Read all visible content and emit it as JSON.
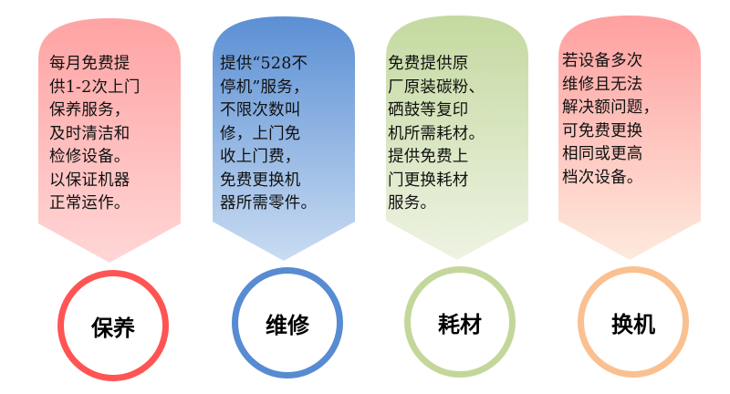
{
  "cards": [
    {
      "id": "maintenance",
      "text": "每月免费提\n供1-2次上门\n 保养服务，\n 及时清洁和\n 检修设备。\n 以保证机器\n 正常运作。",
      "color_top": "#FFA3A3",
      "color_bottom": "#FFD3D3",
      "circle_color": "#FF5454",
      "label": "保养"
    },
    {
      "id": "repair",
      "text": " 提供“528不\n停机”服务，\n  不限次数叫\n  修，上门免\n  收上门费，\n  免费更换机\n器所需零件。",
      "color_top": "#5B8FD4",
      "color_bottom": "#C6D9F1",
      "circle_color": "#578BD2",
      "label": "维修"
    },
    {
      "id": "consumables",
      "text": "  免费提供原\n厂原装碳粉、\n  硒鼓等复印\n机所需耗材。\n  提供免费上\n  门更换耗材\n      服务。",
      "color_top": "#C4D9A0",
      "color_bottom": "#EBF1DE",
      "circle_color": "#C4D79B",
      "label": "耗材"
    },
    {
      "id": "replacement",
      "text": "  若设备多次\n  维修且无法\n解决额问题，\n  可免费更换\n  相同或更高\n  档次设备。",
      "color_top": "#FFA0A0",
      "color_bottom": "#FDE9D9",
      "circle_color": "#FAC090",
      "label": "换机"
    }
  ]
}
